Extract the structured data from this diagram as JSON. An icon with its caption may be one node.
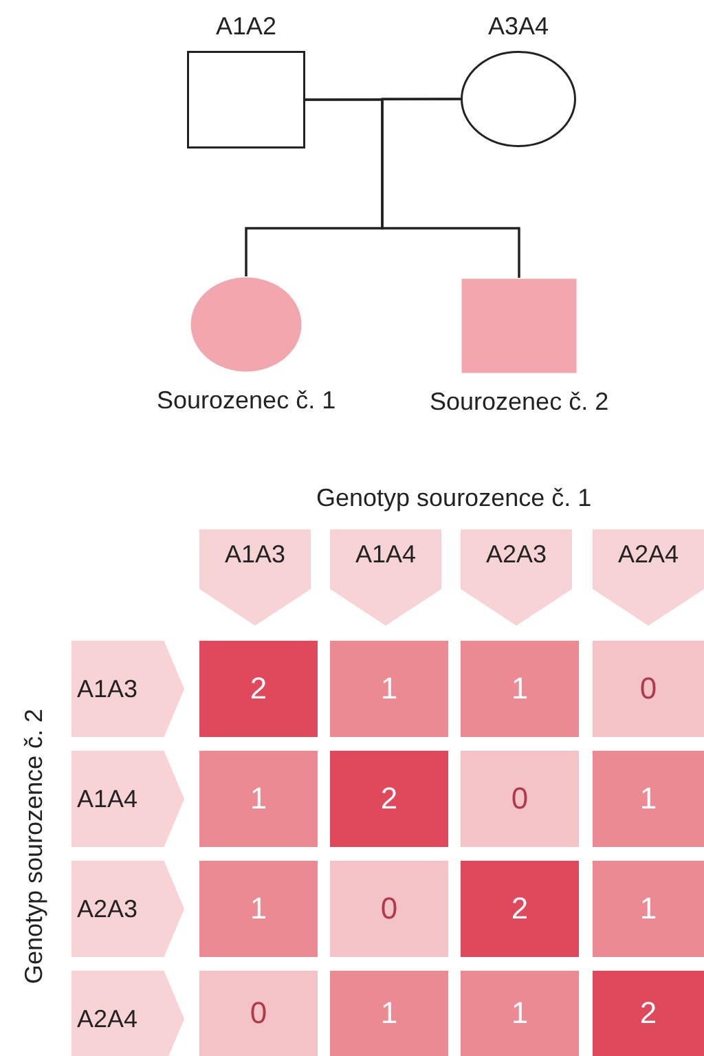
{
  "diagram": {
    "nodes": [
      {
        "text": [
          "A1A2"
        ]
      },
      {
        "text": [
          "A3A4"
        ]
      },
      {
        "text": [
          "Sourozenec č. 1"
        ]
      },
      {
        "text": [
          "Sourozenec č. 2"
        ]
      }
    ],
    "edges": [
      {
        "from": 0,
        "to": 1,
        "arrow": "none"
      },
      {
        "from": 0,
        "to": 2,
        "arrow": "none"
      },
      {
        "from": 0,
        "to": 3,
        "arrow": "none"
      },
      {
        "from": 1,
        "to": 2,
        "arrow": "none"
      },
      {
        "from": 1,
        "to": 3,
        "arrow": "none"
      }
    ],
    "labels": [
      "Genotyp sourozence č. 1",
      "A1A3",
      "A1A4",
      "A2A3",
      "A2A4",
      "Genotyp sourozence č. 2",
      "A1A3",
      "2",
      "1",
      "1",
      "0",
      "A1A4",
      "1",
      "2",
      "0",
      "1",
      "A2A3",
      "1",
      "0",
      "2",
      "1",
      "A2A4",
      "0",
      "1",
      "1",
      "2"
    ]
  }
}
